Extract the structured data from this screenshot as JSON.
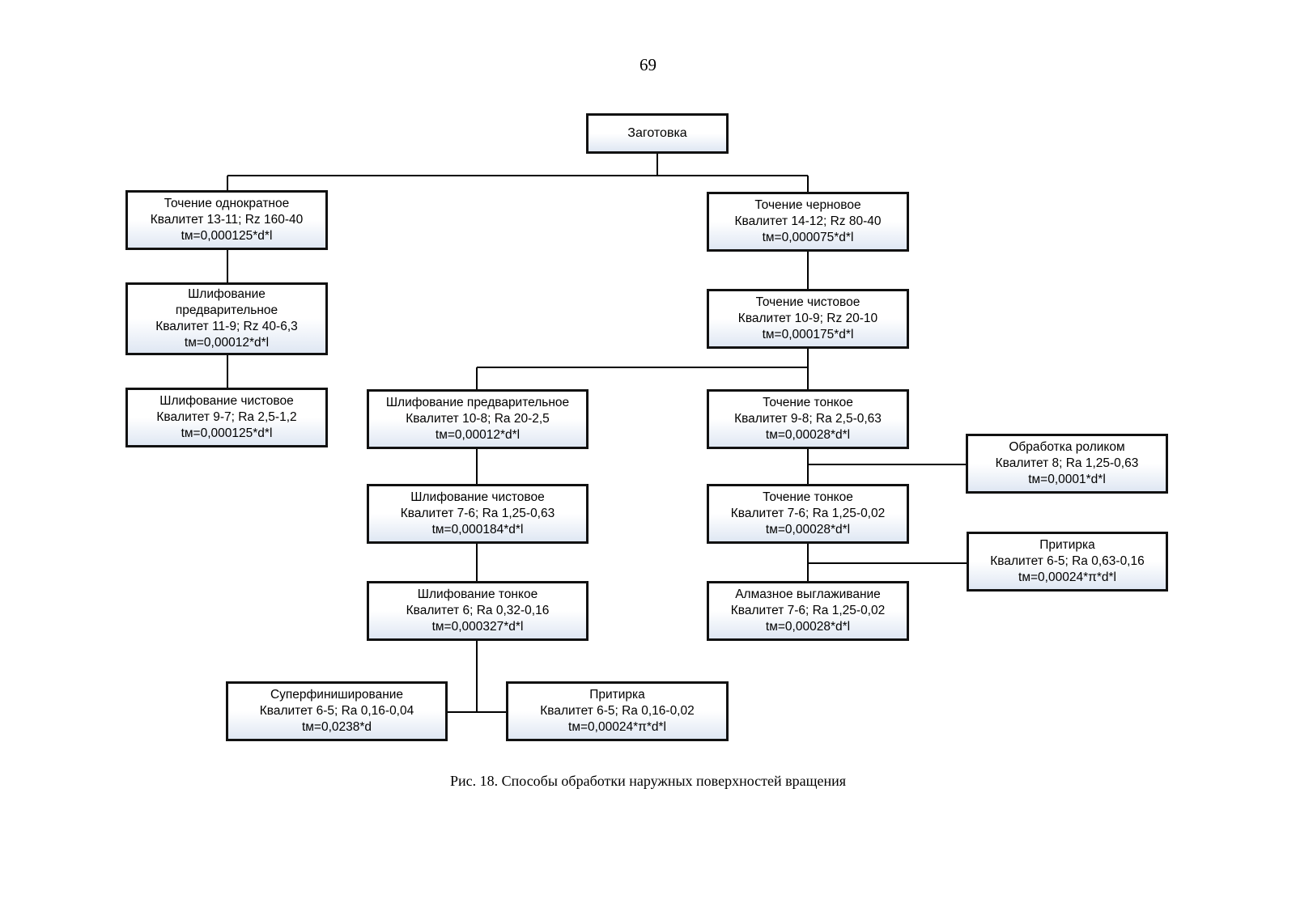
{
  "page_number": "69",
  "caption": "Рис. 18. Способы обработки наружных поверхностей вращения",
  "root": {
    "title": "Заготовка"
  },
  "left_branch": [
    {
      "title": "Точение однократное",
      "quality": "Квалитет 13-11; Rz 160-40",
      "time": "tм=0,000125*d*l"
    },
    {
      "title": "Шлифование предварительное",
      "quality": "Квалитет 11-9; Rz 40-6,3",
      "time": "tм=0,00012*d*l"
    },
    {
      "title": "Шлифование чистовое",
      "quality": "Квалитет 9-7; Ra 2,5-1,2",
      "time": "tм=0,000125*d*l"
    }
  ],
  "right_branch": [
    {
      "title": "Точение черновое",
      "quality": "Квалитет 14-12; Rz 80-40",
      "time": "tм=0,000075*d*l"
    },
    {
      "title": "Точение чистовое",
      "quality": "Квалитет 10-9; Rz 20-10",
      "time": "tм=0,000175*d*l"
    },
    {
      "title": "Точение тонкое",
      "quality": "Квалитет 9-8; Ra 2,5-0,63",
      "time": "tм=0,00028*d*l"
    },
    {
      "title": "Точение тонкое",
      "quality": "Квалитет 7-6; Ra 1,25-0,02",
      "time": "tм=0,00028*d*l"
    },
    {
      "title": "Алмазное выглаживание",
      "quality": "Квалитет 7-6; Ra 1,25-0,02",
      "time": "tм=0,00028*d*l"
    }
  ],
  "middle_branch": [
    {
      "title": "Шлифование предварительное",
      "quality": "Квалитет 10-8; Ra 20-2,5",
      "time": "tм=0,00012*d*l"
    },
    {
      "title": "Шлифование чистовое",
      "quality": "Квалитет 7-6; Ra 1,25-0,63",
      "time": "tм=0,000184*d*l"
    },
    {
      "title": "Шлифование тонкое",
      "quality": "Квалитет 6; Ra 0,32-0,16",
      "time": "tм=0,000327*d*l"
    }
  ],
  "side_nodes": {
    "roller": {
      "title": "Обработка роликом",
      "quality": "Квалитет 8; Ra 1,25-0,63",
      "time": "tм=0,0001*d*l"
    },
    "lapping_right": {
      "title": "Притирка",
      "quality": "Квалитет 6-5; Ra 0,63-0,16",
      "time": "tм=0,00024*π*d*l"
    },
    "superfinishing": {
      "title": "Суперфиниширование",
      "quality": "Квалитет 6-5; Ra 0,16-0,04",
      "time": "tм=0,0238*d"
    },
    "lapping_bottom": {
      "title": "Притирка",
      "quality": "Квалитет 6-5; Ra 0,16-0,02",
      "time": "tм=0,00024*π*d*l"
    }
  }
}
